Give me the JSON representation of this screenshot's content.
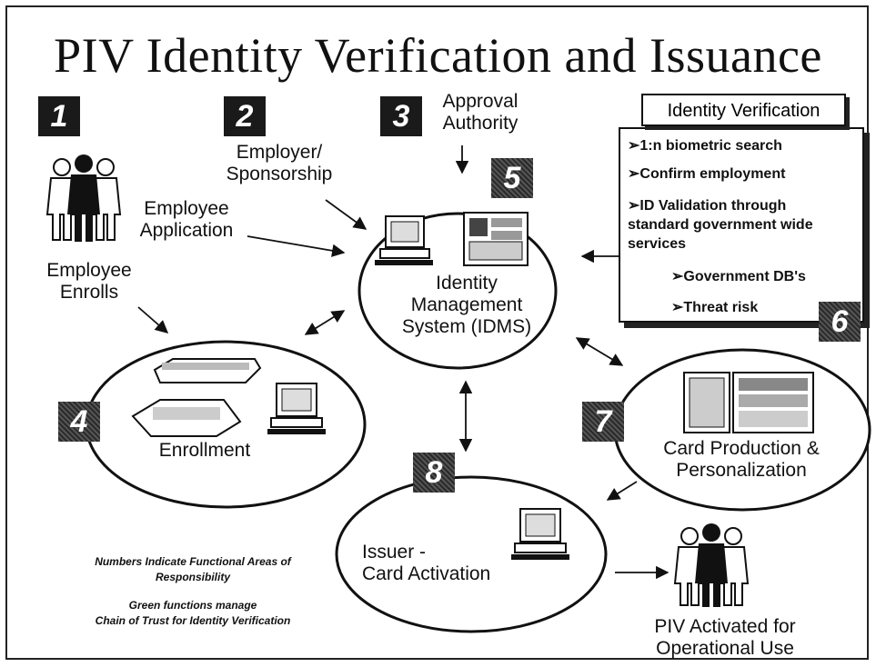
{
  "title": "PIV Identity Verification and Issuance",
  "badges": [
    "1",
    "2",
    "3",
    "4",
    "5",
    "6",
    "7",
    "8"
  ],
  "labels": {
    "employee_application": "Employee\nApplication",
    "employee_enrolls": "Employee\nEnrolls",
    "employer_sponsorship": "Employer/\nSponsorship",
    "approval_authority": "Approval\nAuthority",
    "idms": "Identity\nManagement\nSystem (IDMS)",
    "enrollment": "Enrollment",
    "card_production": "Card Production &\nPersonalization",
    "issuer": "Issuer -\nCard Activation",
    "piv_activated": "PIV Activated for\nOperational Use"
  },
  "identity_verification": {
    "title": "Identity Verification",
    "items": [
      "➢1:n biometric search",
      "➢Confirm employment",
      "➢ID Validation through\nstandard government wide\nservices",
      "➢Government DB's",
      "➢Threat risk"
    ]
  },
  "notes": {
    "numbers": "Numbers Indicate Functional Areas of\nResponsibility",
    "green": "Green functions manage\nChain of Trust for Identity Verification"
  },
  "icons": [
    "people-group-icon",
    "computer-icon",
    "server-icon",
    "scanner-icon",
    "card-printer-icon"
  ]
}
